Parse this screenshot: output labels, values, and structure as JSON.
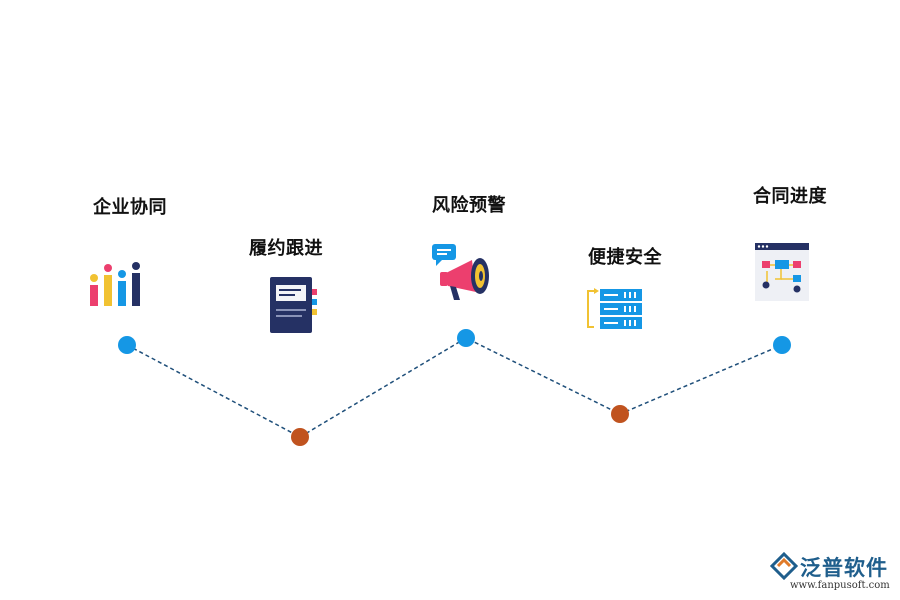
{
  "nodes": [
    {
      "label": "企业协同",
      "icon": "bar-people-icon",
      "dot_color": "#1597e5"
    },
    {
      "label": "履约跟进",
      "icon": "notebook-icon",
      "dot_color": "#c0531f"
    },
    {
      "label": "风险预警",
      "icon": "megaphone-icon",
      "dot_color": "#1597e5"
    },
    {
      "label": "便捷安全",
      "icon": "server-icon",
      "dot_color": "#c0531f"
    },
    {
      "label": "合同进度",
      "icon": "flowchart-window-icon",
      "dot_color": "#1597e5"
    }
  ],
  "connector": {
    "style": "dashed",
    "color": "#1f4f7a"
  },
  "logo": {
    "brand": "泛普软件",
    "url": "www.fanpusoft.com",
    "color": "#1f5e8c"
  }
}
